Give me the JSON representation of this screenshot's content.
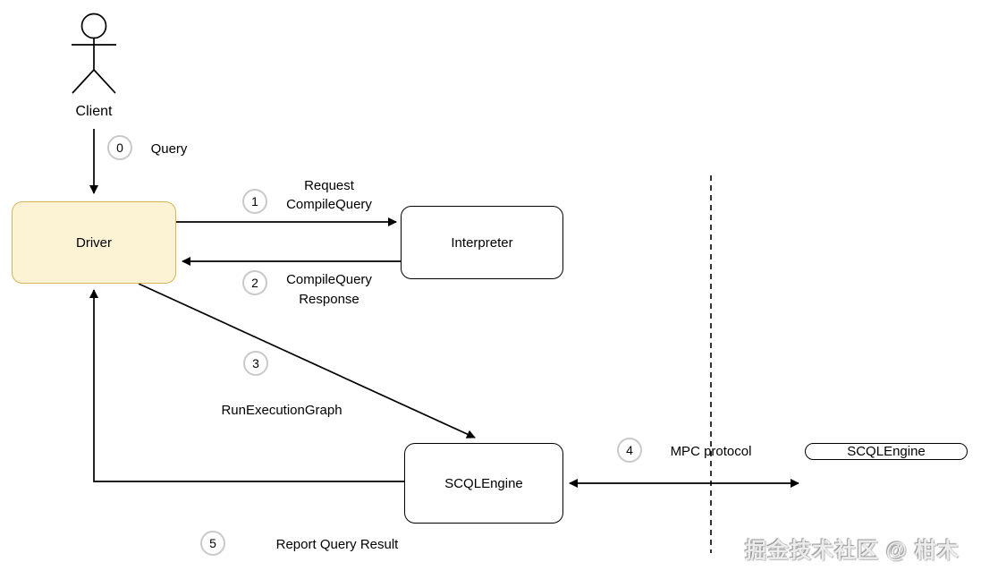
{
  "diagram": {
    "actor": {
      "label": "Client"
    },
    "nodes": {
      "driver": {
        "label": "Driver"
      },
      "interpreter": {
        "label": "Interpreter"
      },
      "engine_left": {
        "label": "SCQLEngine"
      },
      "engine_right": {
        "label": "SCQLEngine"
      }
    },
    "steps": [
      {
        "num": "0",
        "label": "Query"
      },
      {
        "num": "1",
        "label": "Request\nCompileQuery"
      },
      {
        "num": "2",
        "label": "CompileQuery\nResponse"
      },
      {
        "num": "3",
        "label": "RunExecutionGraph"
      },
      {
        "num": "4",
        "label": "MPC protocol"
      },
      {
        "num": "5",
        "label": "Report Query Result"
      }
    ],
    "colors": {
      "driver_fill": "#FCF2D4",
      "driver_border": "#D6B656",
      "node_border": "#000000",
      "step_circle_border": "#C9C9C9",
      "line": "#000000"
    },
    "watermark": "掘金技术社区 @ 柑木"
  }
}
